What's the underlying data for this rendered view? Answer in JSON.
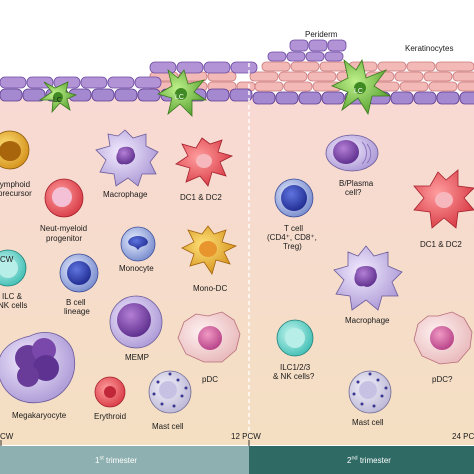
{
  "labels": {
    "periderm": "Periderm",
    "keratinocytes": "Keratinocytes",
    "lc1": "LC",
    "lc2": "LC",
    "lc3": "LC",
    "lymphoid_l1": "lymphoid",
    "lymphoid_l2": "precursor",
    "macrophage_left": "Macrophage",
    "dc1_dc2_left": "DC1 & DC2",
    "neut_myeloid_l1": "Neut-myeloid",
    "neut_myeloid_l2": "progenitor",
    "monocyte": "Monocyte",
    "ilc_l1": "ILC &",
    "ilc_l2": "NK cells",
    "ilc_partial": "CW",
    "b_cell_l1": "B cell",
    "b_cell_l2": "lineage",
    "mono_dc": "Mono-DC",
    "memp": "MEMP",
    "pdc_left": "pDC",
    "megakaryocyte": "Megakaryocyte",
    "erythroid": "Erythroid",
    "mast_cell_left": "Mast cell",
    "t_cell_l1": "T cell",
    "t_cell_l2": "(CD4⁺, CD8⁺,",
    "t_cell_l3": "Treg)",
    "b_plasma_l1": "B/Plasma",
    "b_plasma_l2": "cell?",
    "dc1_dc2_right": "DC1 & DC2",
    "macrophage_right": "Macrophage",
    "ilc123_l1": "ILC1/2/3",
    "ilc123_l2": "& NK cells?",
    "pdc_right": "pDC?",
    "mast_cell_right": "Mast cell"
  },
  "timeline": {
    "left_edge": "CW",
    "mid_label": "12 PCW",
    "right_label": "24 PCW",
    "trimester1_num": "1",
    "trimester1_sup": "st",
    "trimester1_word": "trimester",
    "trimester2_num": "2",
    "trimester2_sup": "nd",
    "trimester2_word": "trimester"
  },
  "colors": {
    "trimester1_bar": "#8fb0b0",
    "trimester2_bar": "#2f6a64",
    "dermis_top": "#f7dcd4",
    "dermis_bottom": "#f4ddc0",
    "keratinocyte": "#f3b9b6",
    "basal_layer": "#b294d6",
    "lc_green": "#7ec24c"
  }
}
